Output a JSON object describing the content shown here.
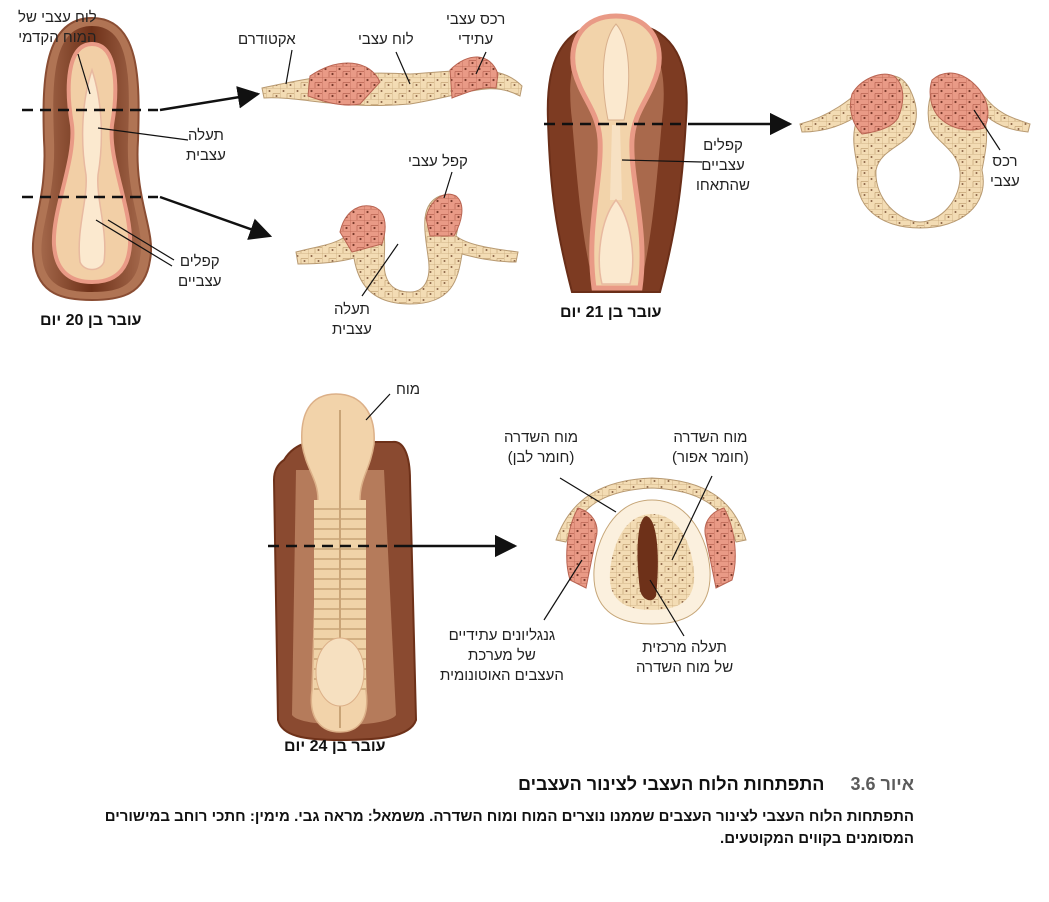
{
  "labels": {
    "anterior_plate": [
      "לוח עצבי של",
      "המוח הקדמי"
    ],
    "neural_groove_top": [
      "תעלה",
      "עצבית"
    ],
    "neural_folds_top": [
      "קפלים",
      "עצביים"
    ],
    "ectoderm": "אקטודרם",
    "neural_plate": "לוח עצבי",
    "future_crest": [
      "רכס עצבי",
      "עתידי"
    ],
    "neural_fold": "קפל עצבי",
    "neural_groove_mid": [
      "תעלה",
      "עצבית"
    ],
    "fused_folds": [
      "קפלים",
      "עצביים",
      "שהתאחו"
    ],
    "neural_crest": [
      "רכס",
      "עצבי"
    ],
    "brain": "מוח",
    "white_matter": [
      "מוח השדרה",
      "(חומר לבן)"
    ],
    "gray_matter": [
      "מוח השדרה",
      "(חומר אפור)"
    ],
    "ganglia": [
      "גנגליונים עתידיים",
      "של מערכת",
      "העצבים האוטונומית"
    ],
    "central_canal": [
      "תעלה מרכזית",
      "של מוח השדרה"
    ]
  },
  "stages": {
    "day20": "עובר בן 20 יום",
    "day21": "עובר בן 21 יום",
    "day24": "עובר בן 24 יום"
  },
  "caption": {
    "fig_number": "איור 3.6",
    "title": "התפתחות הלוח העצבי לצינור העצבים",
    "body": "התפתחות הלוח העצבי לצינור העצבים שממנו נוצרים המוח ומוח השדרה. משמאל: מראה גבי. מימין: חתכי רוחב במישורים המסומנים בקווים המקוטעים."
  },
  "colors": {
    "tissue": "#f3dcb4",
    "tissue_light": "#fbeed8",
    "embryo_dark": "#7a3a22",
    "embryo_mid": "#a5654a",
    "crest_pink": "#e99a86",
    "cell_line": "#b89a72"
  }
}
